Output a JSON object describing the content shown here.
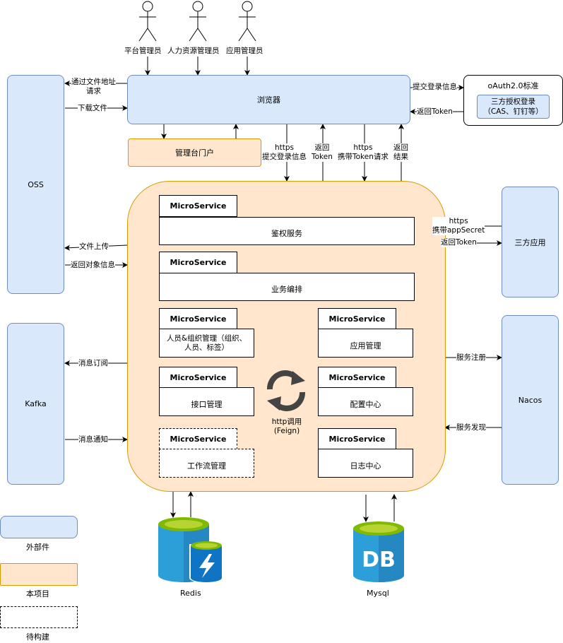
{
  "actors": [
    {
      "label": "平台管理员"
    },
    {
      "label": "人力资源管理员"
    },
    {
      "label": "应用管理员"
    }
  ],
  "browser": {
    "label": "浏览器"
  },
  "portal": {
    "label": "管理台门户"
  },
  "oauth": {
    "title": "oAuth2.0标准",
    "inner": "三方授权登录\n（CAS、钉钉等）"
  },
  "oss": {
    "label": "OSS"
  },
  "kafka": {
    "label": "Kafka"
  },
  "third_app": {
    "label": "三方应用"
  },
  "nacos": {
    "label": "Nacos"
  },
  "services": [
    {
      "tab": "MicroService",
      "name": "鉴权服务"
    },
    {
      "tab": "MicroService",
      "name": "业务编排"
    },
    {
      "tab": "MicroService",
      "name": "人员&组织管理（组织、\n人员、标签）"
    },
    {
      "tab": "MicroService",
      "name": "应用管理"
    },
    {
      "tab": "MicroService",
      "name": "接口管理"
    },
    {
      "tab": "MicroService",
      "name": "配置中心"
    },
    {
      "tab": "MicroService",
      "name": "工作流管理"
    },
    {
      "tab": "MicroService",
      "name": "日志中心"
    }
  ],
  "feign": {
    "label": "http调用\n(Feign)",
    "icon": "refresh-icon"
  },
  "edges": {
    "oss_request": "通过文件地址\n请求",
    "download": "下载文件",
    "upload": "文件上传",
    "return_obj": "返回对象信息",
    "submit_login": "提交登录信息",
    "return_token_oauth": "返回Token",
    "https_submit": "https\n提交登录信息",
    "return_token": "返回\nToken",
    "https_carry": "https\n携带Token请求",
    "return_result": "返回\n结果",
    "third_https": "https\n携带appSecret",
    "third_return": "返回Token",
    "subscribe": "消息订阅",
    "notify": "消息通知",
    "register": "服务注册",
    "discover": "服务发现"
  },
  "databases": {
    "redis": "Redis",
    "mysql": "Mysql",
    "db_text": "DB"
  },
  "legend": {
    "external": "外部件",
    "project": "本项目",
    "pending": "待构建"
  },
  "colors": {
    "external_fill": "#dae8fc",
    "external_stroke": "#6c8ebf",
    "project_fill": "#ffe6cc",
    "project_stroke": "#d79b00",
    "db_blue": "#2d9fd8"
  }
}
